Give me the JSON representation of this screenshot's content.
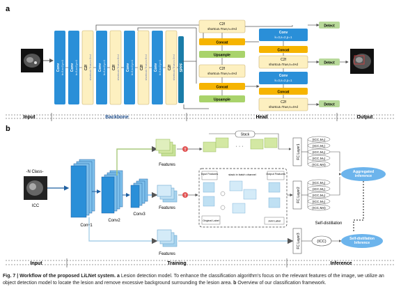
{
  "panel_a": {
    "label": "a",
    "backbone": [
      {
        "line1": "Conv",
        "line2": "k=3,s=2,p=1"
      },
      {
        "line1": "Conv",
        "line2": "k=3,s=2,p=1"
      },
      {
        "line1": "C2f",
        "line2": "shortcut=True,n=3×d"
      },
      {
        "line1": "Conv",
        "line2": "k=3,s=2,p=1"
      },
      {
        "line1": "C2f",
        "line2": "shortcut=True,n=6×d"
      },
      {
        "line1": "Conv",
        "line2": "k=3,s=2,p=1"
      },
      {
        "line1": "C2f",
        "line2": "shortcut=True,n=6×d"
      },
      {
        "line1": "Conv",
        "line2": "k=3,s=2,p=1"
      },
      {
        "line1": "C2f",
        "line2": "shortcut=True,n=3×d"
      },
      {
        "line1": "SPPF",
        "line2": ""
      }
    ],
    "head": {
      "c2f_top": {
        "line1": "C2f",
        "line2": "shortcut=True,n=4×d"
      },
      "concat1": "Concat",
      "upsample1": "Upsample",
      "c2f_mid": {
        "line1": "C2f",
        "line2": "shortcut=True,n=4×d"
      },
      "concat2": "Concat",
      "upsample2": "Upsample",
      "conv_r1": {
        "line1": "Conv",
        "line2": "k=3,s=2,p=1"
      },
      "concat_r1": "Concat",
      "c2f_r1": {
        "line1": "C2f",
        "line2": "shortcut=True,n=4×d"
      },
      "conv_r2": {
        "line1": "Conv",
        "line2": "k=3,s=2,p=1"
      },
      "concat_r2": "Concat",
      "c2f_r2": {
        "line1": "C2f",
        "line2": "shortcut=True,n=4×d"
      },
      "detect": "Detect"
    },
    "footer": {
      "input": "Input",
      "backbone": "Backbone",
      "head": "Head",
      "output": "Output"
    }
  },
  "panel_b": {
    "label": "b",
    "n_class": "-N Class-",
    "icc": "ICC",
    "conv1": "Conv1",
    "conv2": "Conv2",
    "conv3": "Conv3",
    "features": "Features",
    "t_badge": "T",
    "stack": "Stack",
    "ellipsis": "· · ·",
    "inset": {
      "input_features": "Input Features",
      "stack_batch": "stack in batch channel",
      "output_features": "Output Features",
      "original_label": "Original Label",
      "joint_label": "Joint Label"
    },
    "fc1": "FC Layer1",
    "fc2": "FC Layer2",
    "fc3": "FC Layer3",
    "icc_list": [
      "(ICC,M₀)",
      "(ICC,M₁)",
      "(ICC,M₂)",
      "(ICC,M₃)",
      "(ICC,M4)"
    ],
    "icc_single": "(ICC)",
    "aggregated": "Aggregated inference",
    "self_distillation": "Self-distillation",
    "sd_inference": "Self-distillation Inference",
    "footer": {
      "input": "Input",
      "training": "Training",
      "inference": "Inference"
    }
  },
  "caption": {
    "lead": "Fig. 7 | Workflow of the proposed LiLNet system.",
    "a_tag": "a",
    "a_text": " Lesion detection model. To enhance the classification algorithm's focus on the relevant features of the image, we utilize an object detection model to locate the lesion and remove excessive background surrounding the lesion area. ",
    "b_tag": "b",
    "b_text": " Overview of our classification framework."
  },
  "colors": {
    "conv_blue": "#2a8fd8",
    "c2f_yellow": "#fdf0c0",
    "concat_orange": "#f6b400",
    "upsample_green": "#a9d36b",
    "detect_green": "#b8d99a",
    "sppf_teal": "#1a7ca8",
    "features_green": "#d3e8a3",
    "features_blue": "#bfe0f3",
    "ellipse_blue": "#6cb4ec",
    "t_red": "#e05050"
  }
}
